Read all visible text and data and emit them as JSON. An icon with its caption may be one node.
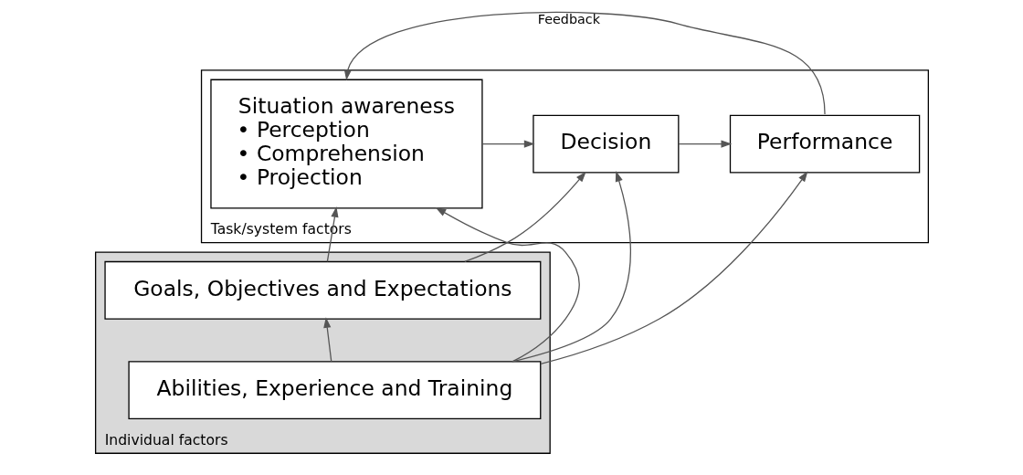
{
  "diagram": {
    "nodes": [
      {
        "text": [
          "Task/system factors"
        ]
      },
      {
        "text": [
          "Situation awareness",
          "• Perception",
          "• Comprehension",
          "• Projection"
        ],
        "in": 0
      },
      {
        "text": [
          "Decision"
        ],
        "in": 0
      },
      {
        "text": [
          "Performance"
        ],
        "in": 0
      },
      {
        "text": [
          "Individual factors"
        ]
      },
      {
        "text": [
          "Goals, Objectives and Expectations"
        ],
        "in": 4
      },
      {
        "text": [
          "Abilities, Experience and Training"
        ],
        "in": 4
      }
    ],
    "edges": [
      {
        "from": 1,
        "to": 2,
        "arrow": "to"
      },
      {
        "from": 2,
        "to": 3,
        "arrow": "to"
      },
      {
        "from": 3,
        "to": 1,
        "arrow": "to",
        "label": "Feedback"
      },
      {
        "from": 6,
        "to": 1,
        "arrow": "to"
      },
      {
        "from": 5,
        "to": 1,
        "arrow": "to"
      },
      {
        "from": 5,
        "to": 2,
        "arrow": "to"
      },
      {
        "from": 6,
        "to": 2,
        "arrow": "to"
      },
      {
        "from": 6,
        "to": 3,
        "arrow": "to"
      },
      {
        "from": 6,
        "to": 5,
        "arrow": "to"
      }
    ]
  }
}
